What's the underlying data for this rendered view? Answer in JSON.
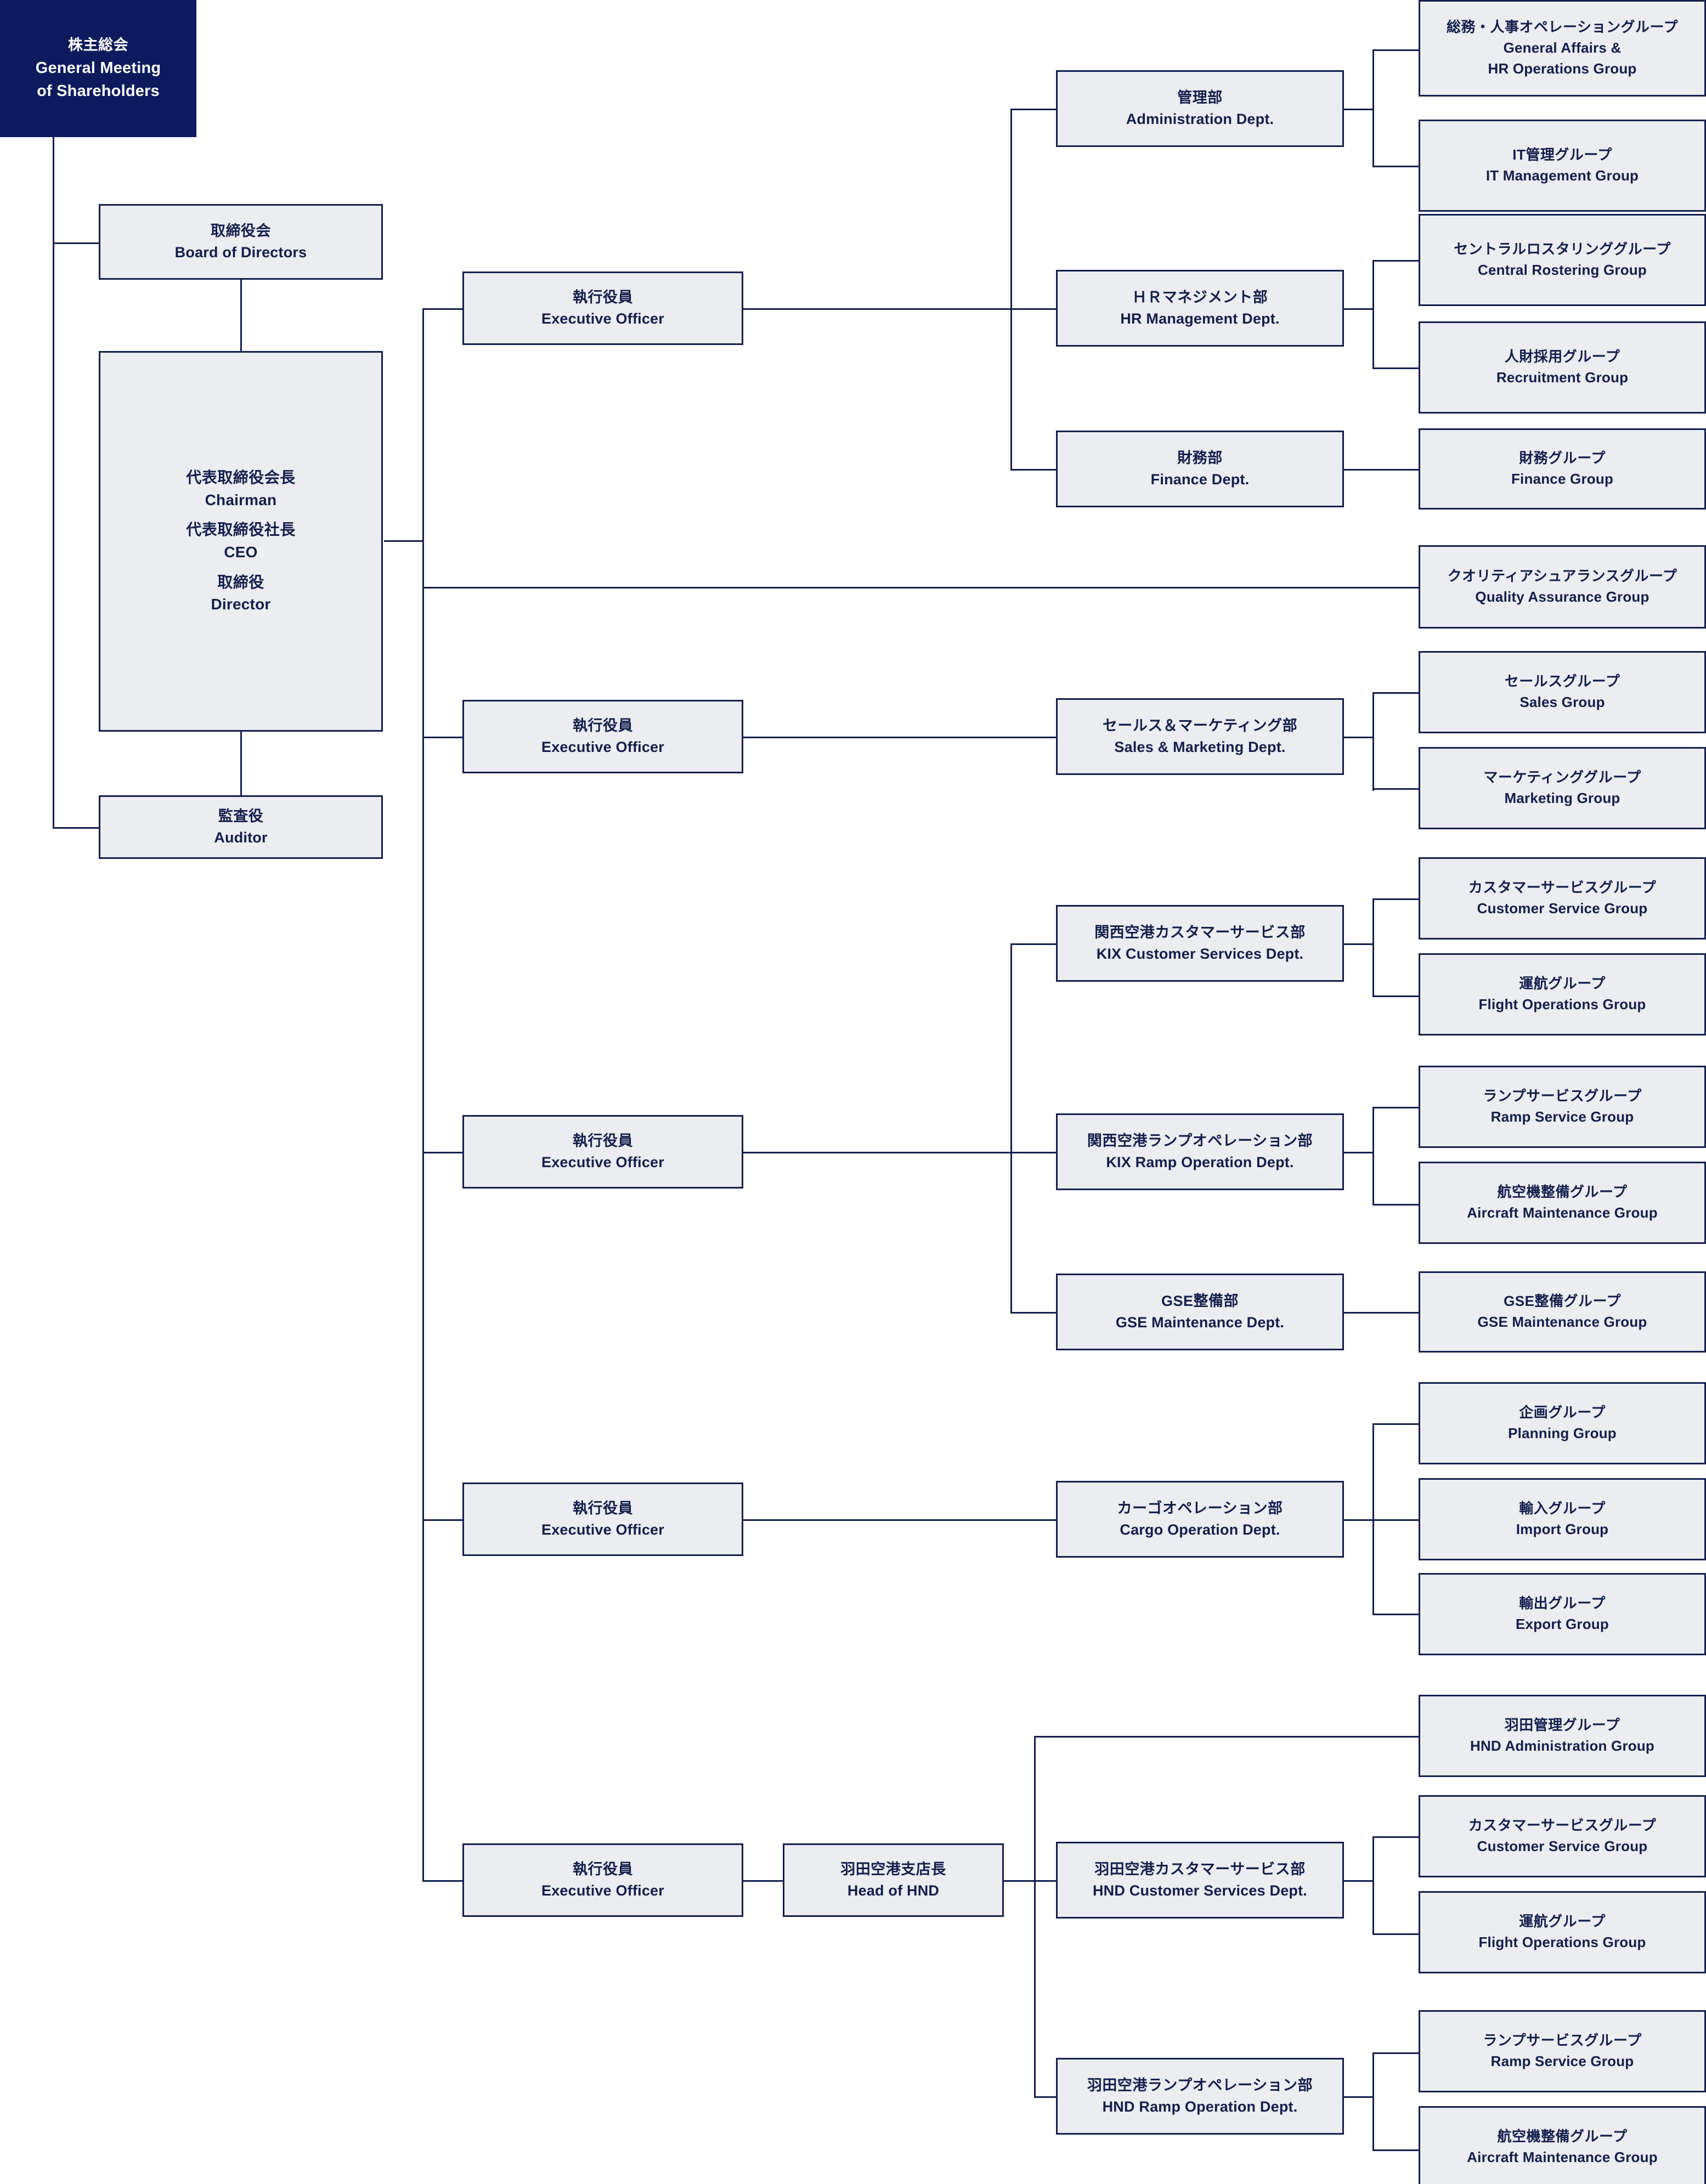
{
  "meta": {
    "title": "Organization Chart",
    "colors": {
      "root_bg": "#0d1b5e",
      "box_bg": "#ebedf1",
      "line": "#121f4d",
      "text": "#121f4d",
      "root_text": "#ffffff"
    }
  },
  "root": {
    "jp": "株主総会",
    "en_line1": "General Meeting",
    "en_line2": "of Shareholders"
  },
  "governance": [
    {
      "id": "board",
      "jp": "取締役会",
      "en": "Board of Directors"
    },
    {
      "id": "auditor",
      "jp": "監査役",
      "en": "Auditor"
    }
  ],
  "ceo": {
    "titles": [
      {
        "jp": "代表取締役会長",
        "en": "Chairman"
      },
      {
        "jp": "代表取締役社長",
        "en": "CEO"
      },
      {
        "jp": "取締役",
        "en": "Director"
      }
    ]
  },
  "executive_officer": {
    "jp": "執行役員",
    "en": "Executive Officer"
  },
  "head_of_hnd": {
    "jp": "羽田空港支店長",
    "en": "Head of HND"
  },
  "departments": [
    {
      "id": "admin",
      "jp": "管理部",
      "en": "Administration Dept."
    },
    {
      "id": "hr",
      "jp": "ＨＲマネジメント部",
      "en": "HR Management Dept."
    },
    {
      "id": "finance",
      "jp": "財務部",
      "en": "Finance Dept."
    },
    {
      "id": "sales",
      "jp": "セールス＆マーケティング部",
      "en": "Sales & Marketing Dept."
    },
    {
      "id": "kix_cs",
      "jp": "関西空港カスタマーサービス部",
      "en": "KIX Customer Services Dept."
    },
    {
      "id": "kix_ramp",
      "jp": "関西空港ランプオペレーション部",
      "en": "KIX Ramp Operation Dept."
    },
    {
      "id": "gse",
      "jp": "GSE整備部",
      "en": "GSE Maintenance Dept."
    },
    {
      "id": "cargo",
      "jp": "カーゴオペレーション部",
      "en": "Cargo Operation Dept."
    },
    {
      "id": "hnd_cs",
      "jp": "羽田空港カスタマーサービス部",
      "en": "HND Customer Services Dept."
    },
    {
      "id": "hnd_ramp",
      "jp": "羽田空港ランプオペレーション部",
      "en": "HND Ramp Operation Dept."
    }
  ],
  "groups": [
    {
      "id": "ga_hr_ops",
      "jp": "総務・人事オペレーショングループ",
      "en_line1": "General Affairs &",
      "en_line2": "HR Operations Group"
    },
    {
      "id": "it_mgmt",
      "jp": "IT管理グループ",
      "en": "IT Management Group"
    },
    {
      "id": "central_rostering",
      "jp": "セントラルロスタリンググループ",
      "en": "Central Rostering Group"
    },
    {
      "id": "recruitment",
      "jp": "人財採用グループ",
      "en": "Recruitment Group"
    },
    {
      "id": "finance_grp",
      "jp": "財務グループ",
      "en": "Finance Group"
    },
    {
      "id": "qa",
      "jp": "クオリティアシュアランスグループ",
      "en": "Quality Assurance Group"
    },
    {
      "id": "sales_grp",
      "jp": "セールスグループ",
      "en": "Sales Group"
    },
    {
      "id": "marketing_grp",
      "jp": "マーケティンググループ",
      "en": "Marketing Group"
    },
    {
      "id": "kix_cs_grp",
      "jp": "カスタマーサービスグループ",
      "en": "Customer Service Group"
    },
    {
      "id": "kix_flight_ops",
      "jp": "運航グループ",
      "en": "Flight Operations Group"
    },
    {
      "id": "kix_ramp_svc",
      "jp": "ランプサービスグループ",
      "en": "Ramp Service Group"
    },
    {
      "id": "kix_acft_mx",
      "jp": "航空機整備グループ",
      "en": "Aircraft Maintenance Group"
    },
    {
      "id": "gse_grp",
      "jp": "GSE整備グループ",
      "en": "GSE Maintenance Group"
    },
    {
      "id": "planning",
      "jp": "企画グループ",
      "en": "Planning Group"
    },
    {
      "id": "import",
      "jp": "輸入グループ",
      "en": "Import Group"
    },
    {
      "id": "export",
      "jp": "輸出グループ",
      "en": "Export Group"
    },
    {
      "id": "hnd_admin",
      "jp": "羽田管理グループ",
      "en": "HND Administration Group"
    },
    {
      "id": "hnd_cs_grp",
      "jp": "カスタマーサービスグループ",
      "en": "Customer Service Group"
    },
    {
      "id": "hnd_flight_ops",
      "jp": "運航グループ",
      "en": "Flight Operations Group"
    },
    {
      "id": "hnd_ramp_svc",
      "jp": "ランプサービスグループ",
      "en": "Ramp Service Group"
    },
    {
      "id": "hnd_acft_mx",
      "jp": "航空機整備グループ",
      "en": "Aircraft Maintenance Group"
    }
  ]
}
